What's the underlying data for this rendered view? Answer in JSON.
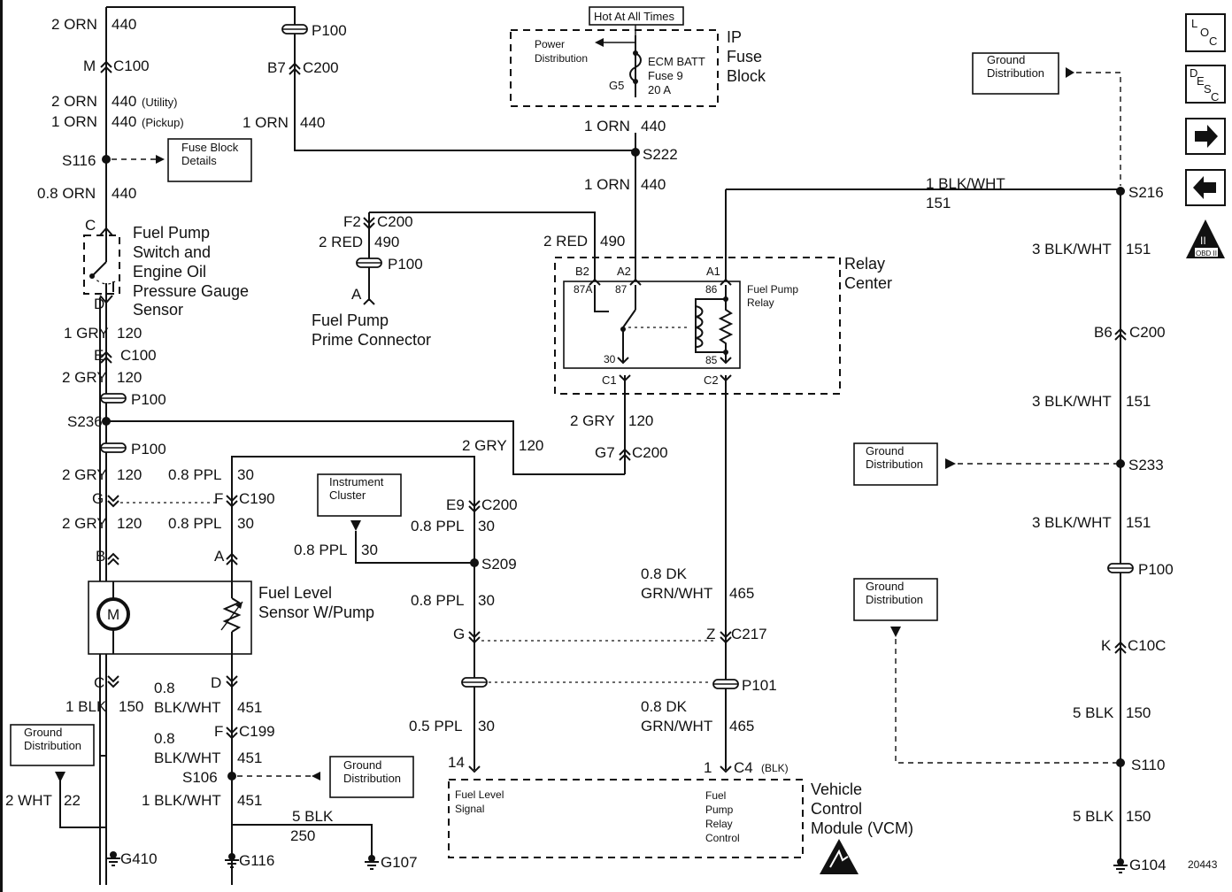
{
  "labels": {
    "w_2orn_top": "2 ORN",
    "c440_top": "440",
    "m_c100": "M",
    "c100_m": "C100",
    "w_2orn_util": "2 ORN",
    "c440_util": "440",
    "utility": "(Utility)",
    "w_1orn_pick": "1 ORN",
    "c440_pick": "440",
    "pickup": "(Pickup)",
    "s116": "S116",
    "fuse_block_details_1": "Fuse Block",
    "fuse_block_details_2": "Details",
    "w_08orn": "0.8 ORN",
    "c440_08": "440",
    "pin_c": "C",
    "fps_1": "Fuel Pump",
    "fps_2": "Switch and",
    "fps_3": "Engine Oil",
    "fps_4": "Pressure Gauge",
    "fps_5": "Sensor",
    "pin_d": "D",
    "w_1gry": "1 GRY",
    "c120_1": "120",
    "e_c100": "E",
    "c100_e": "C100",
    "w_2gry_a": "2 GRY",
    "c120_a": "120",
    "p100_a": "P100",
    "s236": "S236",
    "p100_b": "P100",
    "w_2gry_b": "2 GRY",
    "c120_b": "120",
    "w_08ppl_a": "0.8 PPL",
    "c30_a": "30",
    "g_pin": "G",
    "f_pin": "F",
    "c190": "C190",
    "w_2gry_c": "2 GRY",
    "c120_c": "120",
    "w_08ppl_b": "0.8 PPL",
    "c30_b": "30",
    "b_pin": "B",
    "a_pin": "A",
    "fls_1": "Fuel Level",
    "fls_2": "Sensor W/Pump",
    "motor_m": "M",
    "c_pin": "C",
    "d_pin": "D",
    "w_1blk": "1 BLK",
    "c150_a": "150",
    "w_08bw_a1": "0.8",
    "w_08bw_a2": "BLK/WHT",
    "c451_a": "451",
    "f_c199": "F",
    "c199": "C199",
    "w_08bw_b1": "0.8",
    "w_08bw_b2": "BLK/WHT",
    "c451_b": "451",
    "s106": "S106",
    "w_1bw": "1 BLK/WHT",
    "c451_c": "451",
    "gd_left_1": "Ground",
    "gd_left_2": "Distribution",
    "w_2wht": "2 WHT",
    "c22": "22",
    "g410": "G410",
    "g116": "G116",
    "g107": "G107",
    "w_5blk_a": "5 BLK",
    "c250": "250",
    "gd_s106_1": "Ground",
    "gd_s106_2": "Distribution",
    "b7_c200": "B7",
    "c200_b7": "C200",
    "p100_top": "P100",
    "w_1orn_mid": "1 ORN",
    "c440_mid": "440",
    "f2_c200": "F2",
    "c200_f2": "C200",
    "w_2red_a": "2 RED",
    "c490_a": "490",
    "p100_f2": "P100",
    "a_prime": "A",
    "fppc_1": "Fuel Pump",
    "fppc_2": "Prime Connector",
    "hot": "Hot At All Times",
    "power_1": "Power",
    "power_2": "Distribution",
    "ecm_1": "ECM BATT",
    "ecm_2": "Fuse 9",
    "ecm_3": "20 A",
    "g5": "G5",
    "ip_1": "IP",
    "ip_2": "Fuse",
    "ip_3": "Block",
    "w_1orn_ip": "1 ORN",
    "c440_ip": "440",
    "s222": "S222",
    "w_1orn_s222": "1 ORN",
    "c440_s222": "440",
    "w_2red_b": "2 RED",
    "c490_b": "490",
    "b2": "B2",
    "a2": "A2",
    "a1": "A1",
    "p87a": "87A",
    "p87": "87",
    "p86": "86",
    "p30": "30",
    "p85": "85",
    "fpr_1": "Fuel Pump",
    "fpr_2": "Relay",
    "rc_1": "Relay",
    "rc_2": "Center",
    "c1": "C1",
    "c2": "C2",
    "w_2gry_d": "2 GRY",
    "c120_d": "120",
    "w_2gry_e": "2 GRY",
    "c120_e": "120",
    "g7": "G7",
    "c200_g7": "C200",
    "ic_1": "Instrument",
    "ic_2": "Cluster",
    "e9": "E9",
    "c200_e9": "C200",
    "w_08ppl_c": "0.8 PPL",
    "c30_c": "30",
    "w_08ppl_d": "0.8 PPL",
    "c30_d": "30",
    "s209": "S209",
    "w_08ppl_e": "0.8 PPL",
    "c30_e": "30",
    "g_c217": "G",
    "z_c217": "Z",
    "c217": "C217",
    "w_08dk_a1": "0.8 DK",
    "w_08dk_a2": "GRN/WHT",
    "c465_a": "465",
    "p101": "P101",
    "w_05ppl": "0.5 PPL",
    "c30_f": "30",
    "w_08dk_b1": "0.8 DK",
    "w_08dk_b2": "GRN/WHT",
    "c465_b": "465",
    "pin14": "14",
    "pin1": "1",
    "c4": "C4",
    "blk": "(BLK)",
    "fls_sig_1": "Fuel Level",
    "fls_sig_2": "Signal",
    "fprc_1": "Fuel",
    "fprc_2": "Pump",
    "fprc_3": "Relay",
    "fprc_4": "Control",
    "vcm_1": "Vehicle",
    "vcm_2": "Control",
    "vcm_3": "Module (VCM)",
    "w_1bw_top": "1 BLK/WHT",
    "c151_top": "151",
    "s216": "S216",
    "gd_top_1": "Ground",
    "gd_top_2": "Distribution",
    "w_3bw_a": "3 BLK/WHT",
    "c151_a": "151",
    "b6": "B6",
    "c200_b6": "C200",
    "w_3bw_b": "3 BLK/WHT",
    "c151_b": "151",
    "gd_s233_1": "Ground",
    "gd_s233_2": "Distribution",
    "s233": "S233",
    "w_3bw_c": "3 BLK/WHT",
    "c151_c": "151",
    "p100_r": "P100",
    "gd_s110_1": "Ground",
    "gd_s110_2": "Distribution",
    "k_c100": "K",
    "c100_k": "C10C",
    "w_5blk_b": "5 BLK",
    "c150_b": "150",
    "s110": "S110",
    "w_5blk_c": "5 BLK",
    "c150_c": "150",
    "g104": "G104",
    "fig": "20443",
    "loc_l": "L",
    "loc_o": "O",
    "loc_c": "C",
    "desc_d": "D",
    "desc_e": "E",
    "desc_s": "S",
    "desc_c": "C",
    "obd_1": "II",
    "obd_2": "OBD II"
  },
  "icons": [
    "loc-icon",
    "desc-icon",
    "arrow-right-icon",
    "arrow-left-icon",
    "obd-ii-icon",
    "esd-icon",
    "ground-icon",
    "splice-icon",
    "motor-icon"
  ]
}
